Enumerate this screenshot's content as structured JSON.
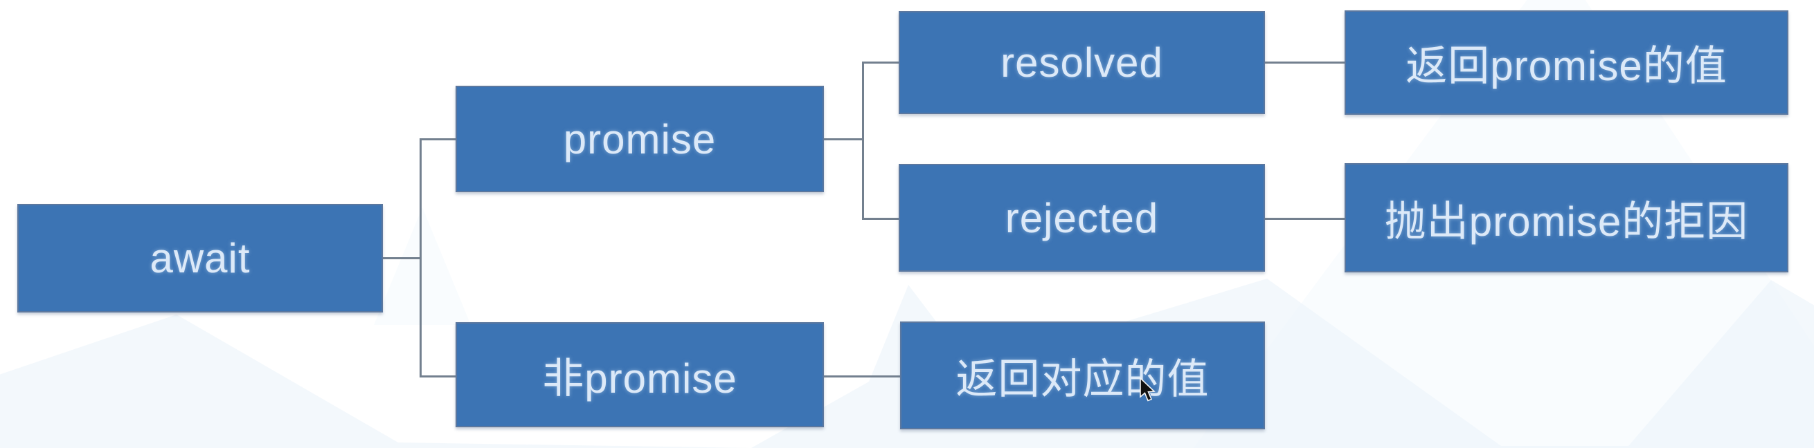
{
  "diagram": {
    "nodes": {
      "await": {
        "label": "await"
      },
      "promise": {
        "label": "promise"
      },
      "non_promise": {
        "label": "非promise"
      },
      "resolved": {
        "label": "resolved"
      },
      "rejected": {
        "label": "rejected"
      },
      "return_promise_value": {
        "label": "返回promise的值"
      },
      "throw_promise_reason": {
        "label": "抛出promise的拒因"
      },
      "return_corresponding_value": {
        "label": "返回对应的值"
      }
    },
    "edges": [
      {
        "from": "await",
        "to": "promise"
      },
      {
        "from": "await",
        "to": "non_promise"
      },
      {
        "from": "promise",
        "to": "resolved"
      },
      {
        "from": "promise",
        "to": "rejected"
      },
      {
        "from": "resolved",
        "to": "return_promise_value"
      },
      {
        "from": "rejected",
        "to": "throw_promise_reason"
      },
      {
        "from": "non_promise",
        "to": "return_corresponding_value"
      }
    ],
    "colors": {
      "node_fill": "#3c74b4",
      "node_border": "#5c789f",
      "node_text": "#dce9f8",
      "connector": "#73808f",
      "watermark": "#e9f2fa",
      "background": "#ffffff"
    }
  }
}
